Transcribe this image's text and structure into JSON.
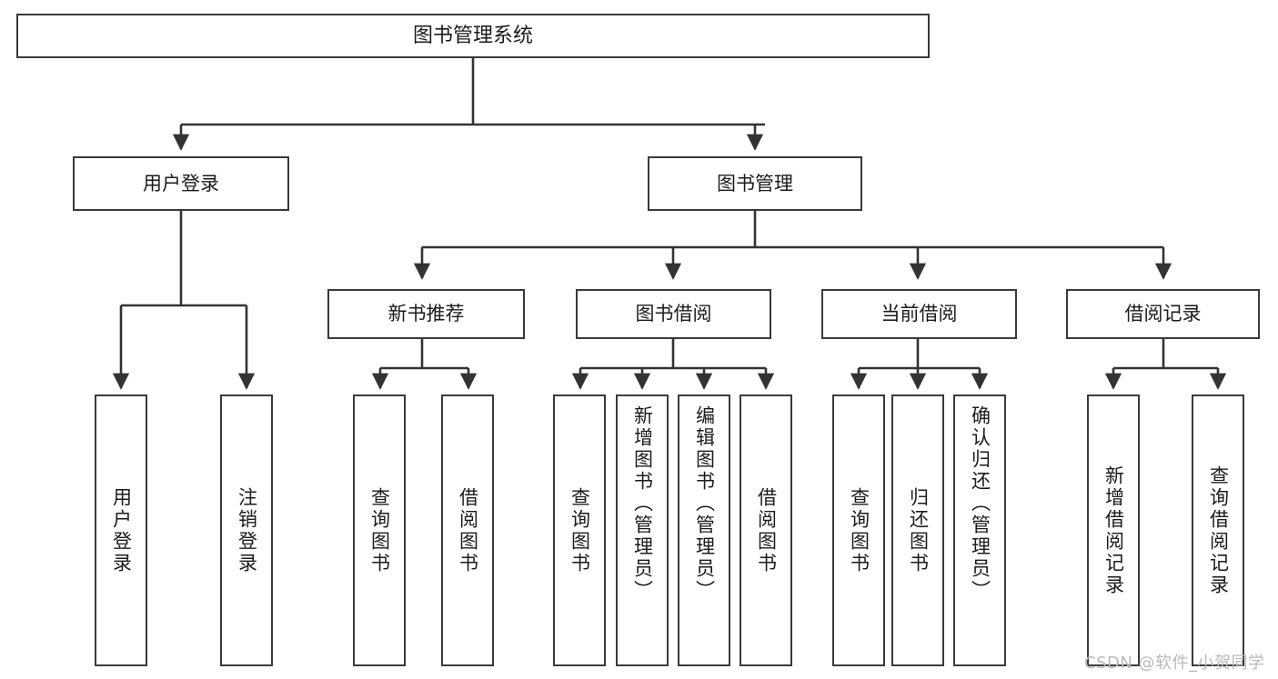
{
  "diagram": {
    "title": "图书管理系统",
    "type": "tree",
    "watermark": "CSDN @软件_小贺同学",
    "style": {
      "border_color": "#3a3a3a",
      "fill_color": "#ffffff",
      "text_color": "#1b1b1b",
      "background": "#ffffff",
      "watermark_color": "#b9b9b9"
    },
    "nodes": {
      "root": "图书管理系统",
      "level2": [
        "用户登录",
        "图书管理"
      ],
      "level3": [
        "新书推荐",
        "图书借阅",
        "当前借阅",
        "借阅记录"
      ],
      "leaves": {
        "user_login": [
          "用户登录",
          "注销登录"
        ],
        "new_books": [
          "查询图书",
          "借阅图书"
        ],
        "book_borrow": [
          "查询图书",
          "新增图书（管理员）",
          "编辑图书（管理员）",
          "借阅图书"
        ],
        "current_borrow": [
          "查询图书",
          "归还图书",
          "确认归还（管理员）"
        ],
        "borrow_records": [
          "新增借阅记录",
          "查询借阅记录"
        ]
      }
    },
    "edges": [
      {
        "from": "图书管理系统",
        "to": "用户登录"
      },
      {
        "from": "图书管理系统",
        "to": "图书管理"
      },
      {
        "from": "用户登录",
        "to": "用户登录"
      },
      {
        "from": "用户登录",
        "to": "注销登录"
      },
      {
        "from": "图书管理",
        "to": "新书推荐"
      },
      {
        "from": "图书管理",
        "to": "图书借阅"
      },
      {
        "from": "图书管理",
        "to": "当前借阅"
      },
      {
        "from": "图书管理",
        "to": "借阅记录"
      },
      {
        "from": "新书推荐",
        "to": "查询图书"
      },
      {
        "from": "新书推荐",
        "to": "借阅图书"
      },
      {
        "from": "图书借阅",
        "to": "查询图书"
      },
      {
        "from": "图书借阅",
        "to": "新增图书（管理员）"
      },
      {
        "from": "图书借阅",
        "to": "编辑图书（管理员）"
      },
      {
        "from": "图书借阅",
        "to": "借阅图书"
      },
      {
        "from": "当前借阅",
        "to": "查询图书"
      },
      {
        "from": "当前借阅",
        "to": "归还图书"
      },
      {
        "from": "当前借阅",
        "to": "确认归还（管理员）"
      },
      {
        "from": "借阅记录",
        "to": "新增借阅记录"
      },
      {
        "from": "借阅记录",
        "to": "查询借阅记录"
      }
    ]
  }
}
